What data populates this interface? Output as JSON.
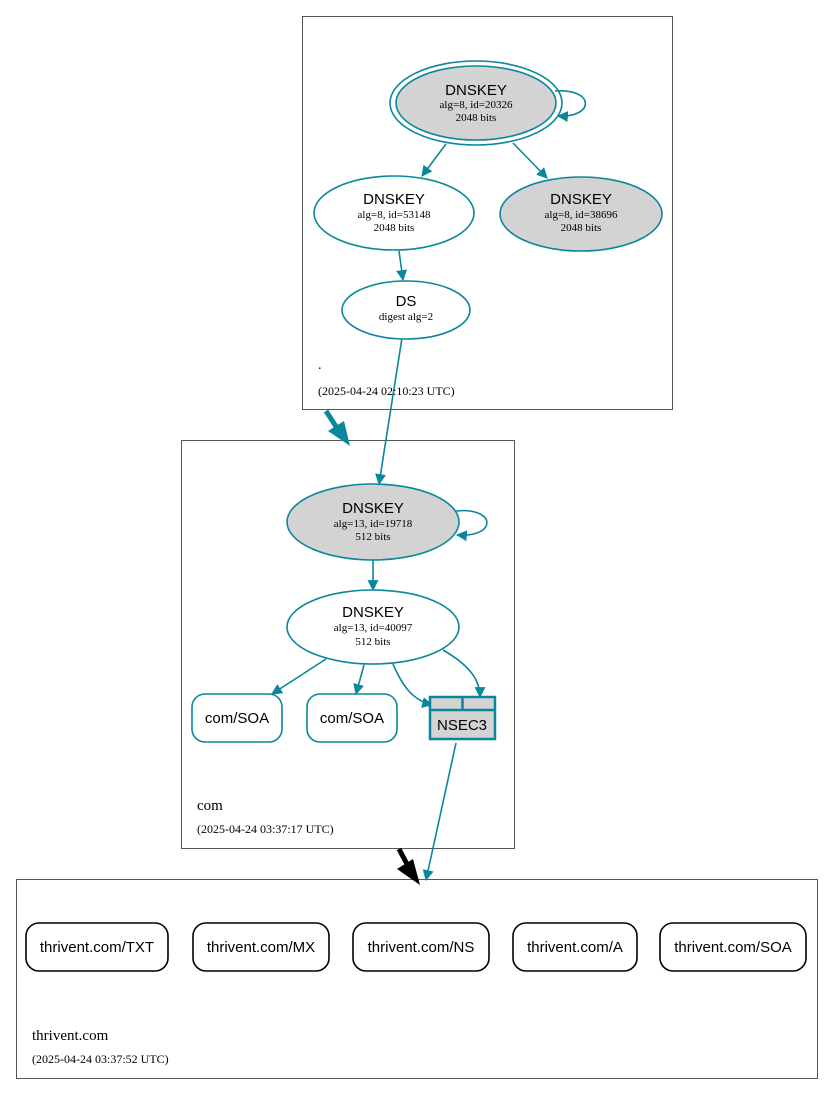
{
  "colors": {
    "edge": "#0a879a",
    "fill_gray": "#d3d3d3",
    "fill_white": "#ffffff",
    "zone_border": "#555555",
    "delegation": "#000000"
  },
  "zones": {
    "root": {
      "name": ".",
      "timestamp": "(2025-04-24 02:10:23 UTC)",
      "ksk": {
        "title": "DNSKEY",
        "line1": "alg=8, id=20326",
        "line2": "2048 bits"
      },
      "zsk": {
        "title": "DNSKEY",
        "line1": "alg=8, id=53148",
        "line2": "2048 bits"
      },
      "standby": {
        "title": "DNSKEY",
        "line1": "alg=8, id=38696",
        "line2": "2048 bits"
      },
      "ds": {
        "title": "DS",
        "line1": "digest alg=2"
      }
    },
    "com": {
      "name": "com",
      "timestamp": "(2025-04-24 03:37:17 UTC)",
      "ksk": {
        "title": "DNSKEY",
        "line1": "alg=13, id=19718",
        "line2": "512 bits"
      },
      "zsk": {
        "title": "DNSKEY",
        "line1": "alg=13, id=40097",
        "line2": "512 bits"
      },
      "soa1": "com/SOA",
      "soa2": "com/SOA",
      "nsec3": "NSEC3"
    },
    "thrivent": {
      "name": "thrivent.com",
      "timestamp": "(2025-04-24 03:37:52 UTC)",
      "records": [
        "thrivent.com/TXT",
        "thrivent.com/MX",
        "thrivent.com/NS",
        "thrivent.com/A",
        "thrivent.com/SOA"
      ]
    }
  }
}
